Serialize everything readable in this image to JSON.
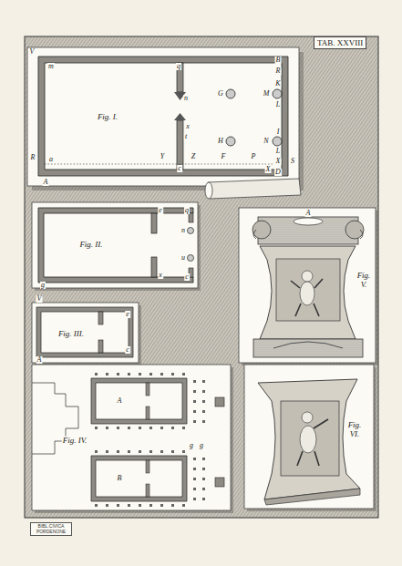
{
  "diagram": {
    "title": "TAB. XXVIII",
    "nodes": [
      {
        "text": [
          "BIBL.CIVICA PORDENONE"
        ]
      }
    ],
    "labels": [
      "Fig. I.",
      "V",
      "m",
      "q",
      "B",
      "R",
      "K",
      "G",
      "M",
      "L",
      "n",
      "x",
      "t",
      "H",
      "I",
      "N",
      "L",
      "X",
      "D",
      "S",
      "R",
      "a",
      "Y",
      "c",
      "Z",
      "F",
      "P",
      "X",
      "A",
      "Fig. II.",
      "e",
      "q",
      "n",
      "u",
      "x",
      "c",
      "g",
      "V",
      "Fig. III.",
      "e",
      "c",
      "A",
      "A",
      "Fig. IV.",
      "g",
      "g",
      "B",
      "A",
      "Fig. V.",
      "Fig. VI."
    ]
  }
}
